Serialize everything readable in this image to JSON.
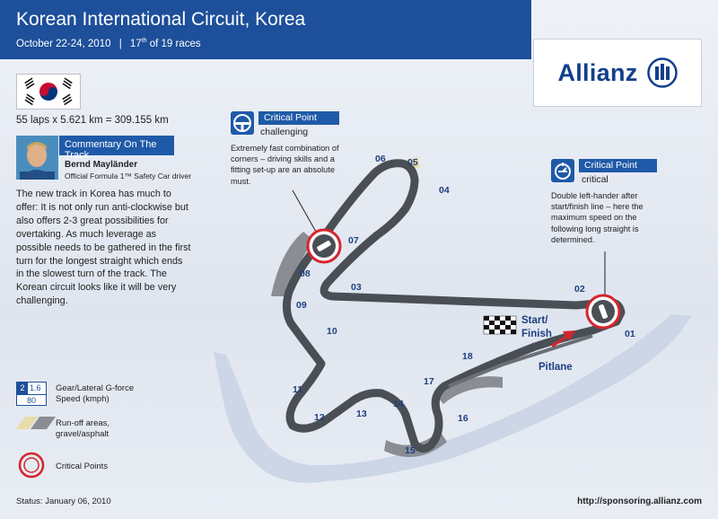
{
  "header": {
    "title": "Korean International Circuit,  Korea",
    "dates": "October 22-24, 2010",
    "separator": "|",
    "race_num": "17",
    "race_sup": "th",
    "race_rest": "of 19  races"
  },
  "sponsor": {
    "logo_text": "Allianz"
  },
  "laps": "55 laps x 5.621 km = 309.155 km",
  "commentary": {
    "title": "Commentary On The Track",
    "name": "Bernd Mayländer",
    "role": "Official Formula 1™ Safety Car driver",
    "text": "The new track in Korea has much to offer: It is not only run anti-clockwise but also offers 2-3 great possibilities for overtaking. As much leverage as possible needs to be gathered in the first turn for the longest straight which ends in the slowest turn of the track. The Korean circuit looks like it will be very challenging."
  },
  "critical_points": [
    {
      "title": "Critical Point",
      "level": "challenging",
      "text": "Extremely fast combination of corners – driving skills and a fitting set-up are an absolute must."
    },
    {
      "title": "Critical Point",
      "level": "critical",
      "text": "Double left-hander after start/finish line – here the maximum speed on the following long straight is determined."
    }
  ],
  "turns": [
    "01",
    "02",
    "03",
    "04",
    "05",
    "06",
    "07",
    "08",
    "09",
    "10",
    "11",
    "12",
    "13",
    "14",
    "15",
    "16",
    "17",
    "18"
  ],
  "start_finish": {
    "line1": "Start/",
    "line2": "Finish"
  },
  "pitlane": "Pitlane",
  "legend": {
    "gear": "2",
    "lateral": "1.6",
    "speed": "80",
    "gear_label_1": "Gear/Lateral G-force",
    "gear_label_2": "Speed (kmph)",
    "runoff_label_1": "Run-off areas,",
    "runoff_label_2": "gravel/asphalt",
    "critical_label": "Critical Points"
  },
  "footer": {
    "status": "Status: January 06, 2010",
    "url": "http://sponsoring.allianz.com"
  },
  "colors": {
    "header_blue": "#1d4f9a",
    "bar_blue": "#1f5aa8",
    "track": "#4a4e55",
    "runoff_asphalt": "#8a8d93",
    "runoff_gravel": "#e8dcaa",
    "critical_red": "#d5242c",
    "flag_red": "#c60c30",
    "flag_blue": "#003478"
  }
}
